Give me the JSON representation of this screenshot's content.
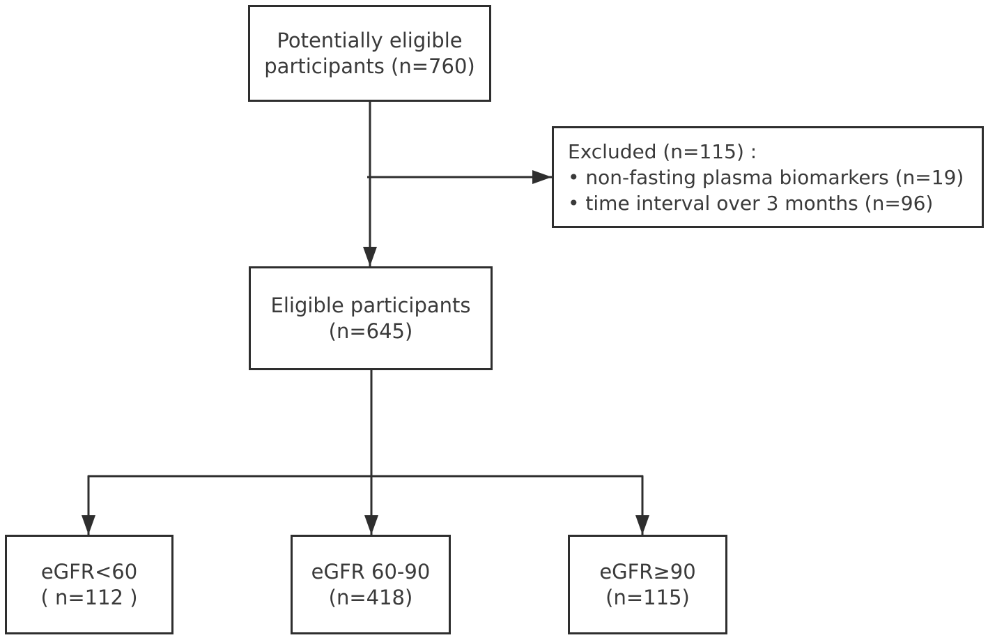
{
  "start": {
    "line1": "Potentially eligible",
    "line2": "participants (n=760)"
  },
  "excluded": {
    "heading": "Excluded (n=115) :",
    "items": [
      "• non-fasting plasma biomarkers (n=19)",
      "• time interval over 3 months (n=96)"
    ]
  },
  "eligible": {
    "line1": "Eligible participants",
    "line2": "(n=645)"
  },
  "groups": [
    {
      "line1": "eGFR<60",
      "line2": "( n=112 )"
    },
    {
      "line1": "eGFR 60-90",
      "line2": "(n=418)"
    },
    {
      "line1": "eGFR≥90",
      "line2": "(n=115)"
    }
  ]
}
